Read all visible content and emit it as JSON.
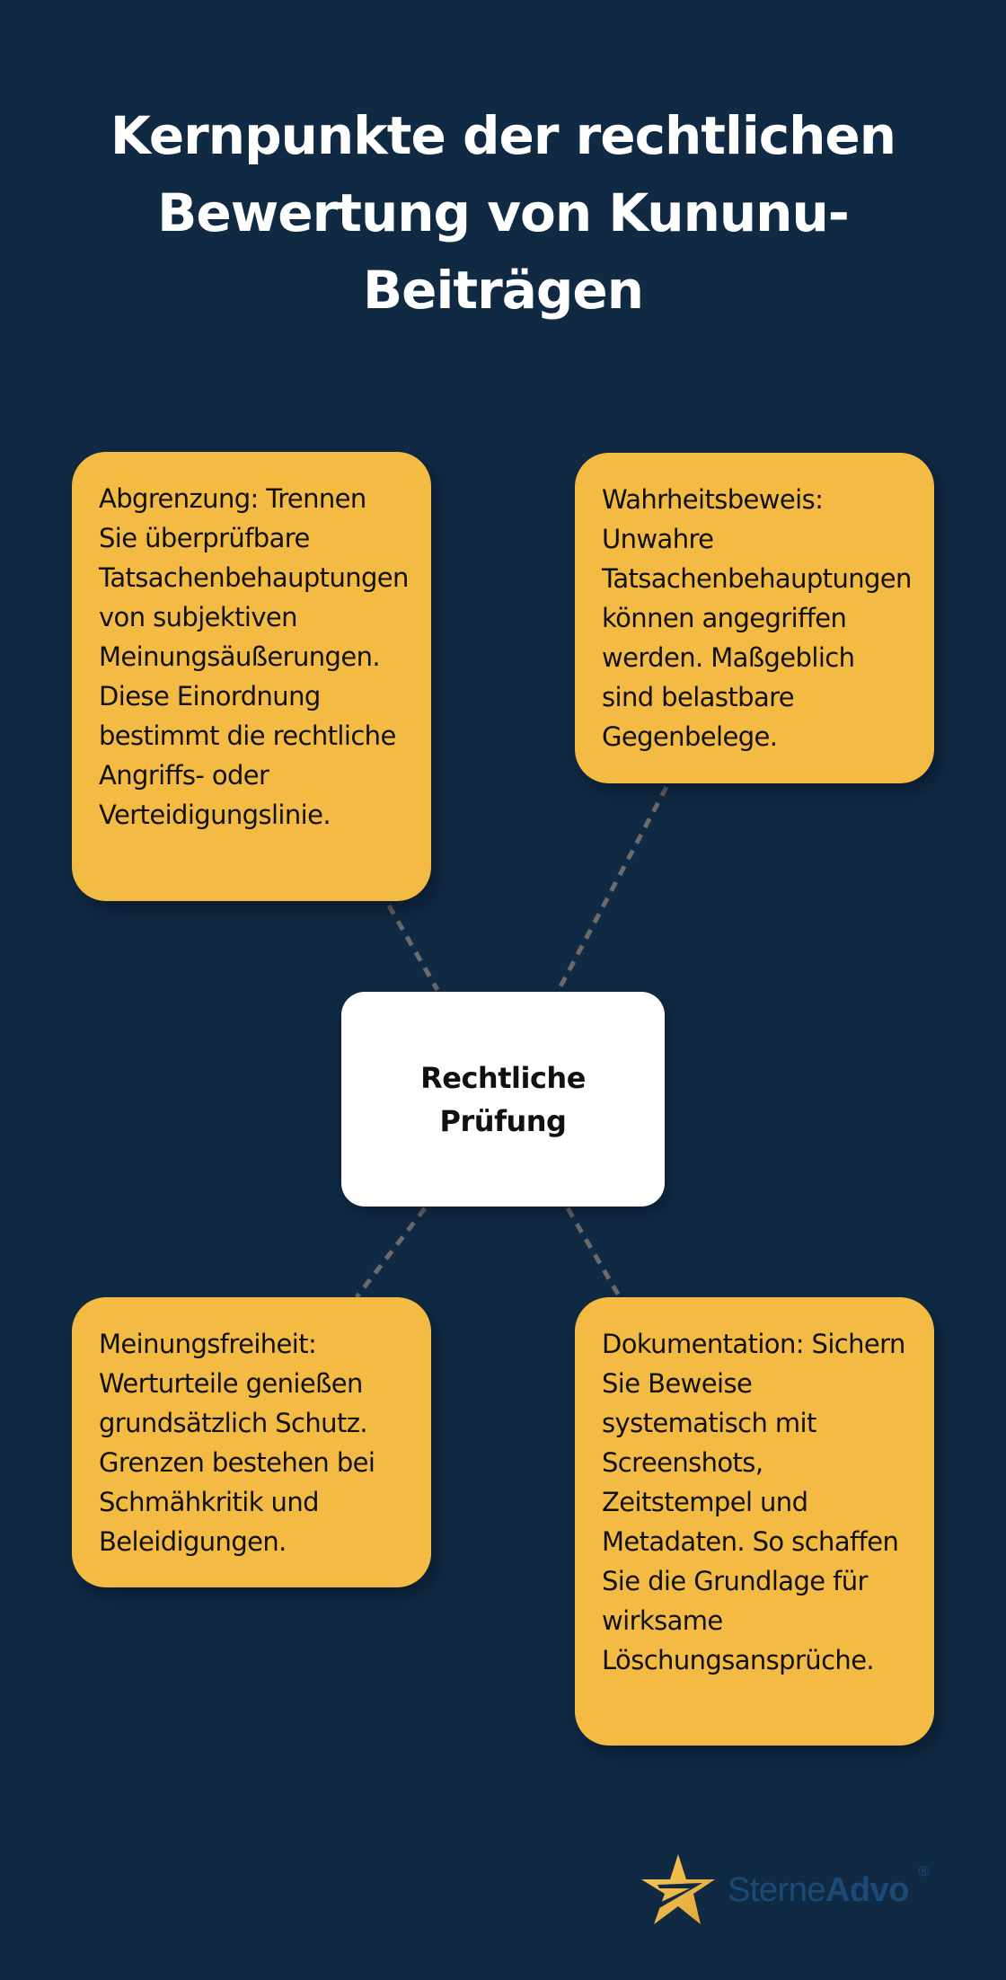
{
  "title": "Kernpunkte der rechtlichen Bewertung von Kununu-Beiträgen",
  "center_node": {
    "label": "Rechtliche Prüfung"
  },
  "cards": {
    "top_left": {
      "text": "Abgrenzung: Trennen Sie überprüfbare Tatsachenbehauptungen von subjektiven Meinungsäußerungen. Diese Einordnung bestimmt die rechtliche Angriffs- oder Verteidigungslinie."
    },
    "top_right": {
      "text": "Wahrheitsbeweis: Unwahre Tatsachenbehauptungen können angegriffen werden. Maßgeblich sind belastbare Gegenbelege."
    },
    "bottom_left": {
      "text": "Meinungsfreiheit: Werturteile genießen grundsätzlich Schutz. Grenzen bestehen bei Schmähkritik und Beleidigungen."
    },
    "bottom_right": {
      "text": "Dokumentation: Sichern Sie Beweise systematisch mit Screenshots, Zeitstempel und Metadaten. So schaffen Sie die Grundlage für wirksame Löschungsansprüche."
    }
  },
  "logo": {
    "icon": "star-icon",
    "name_light": "Sterne",
    "name_bold": "Advo",
    "registered": "®"
  },
  "colors": {
    "background": "#112a44",
    "card": "#f3bb43",
    "center": "#ffffff",
    "connector": "#6b6b6b",
    "logo_text": "#1c4a78",
    "logo_star": "#f3bb43"
  }
}
